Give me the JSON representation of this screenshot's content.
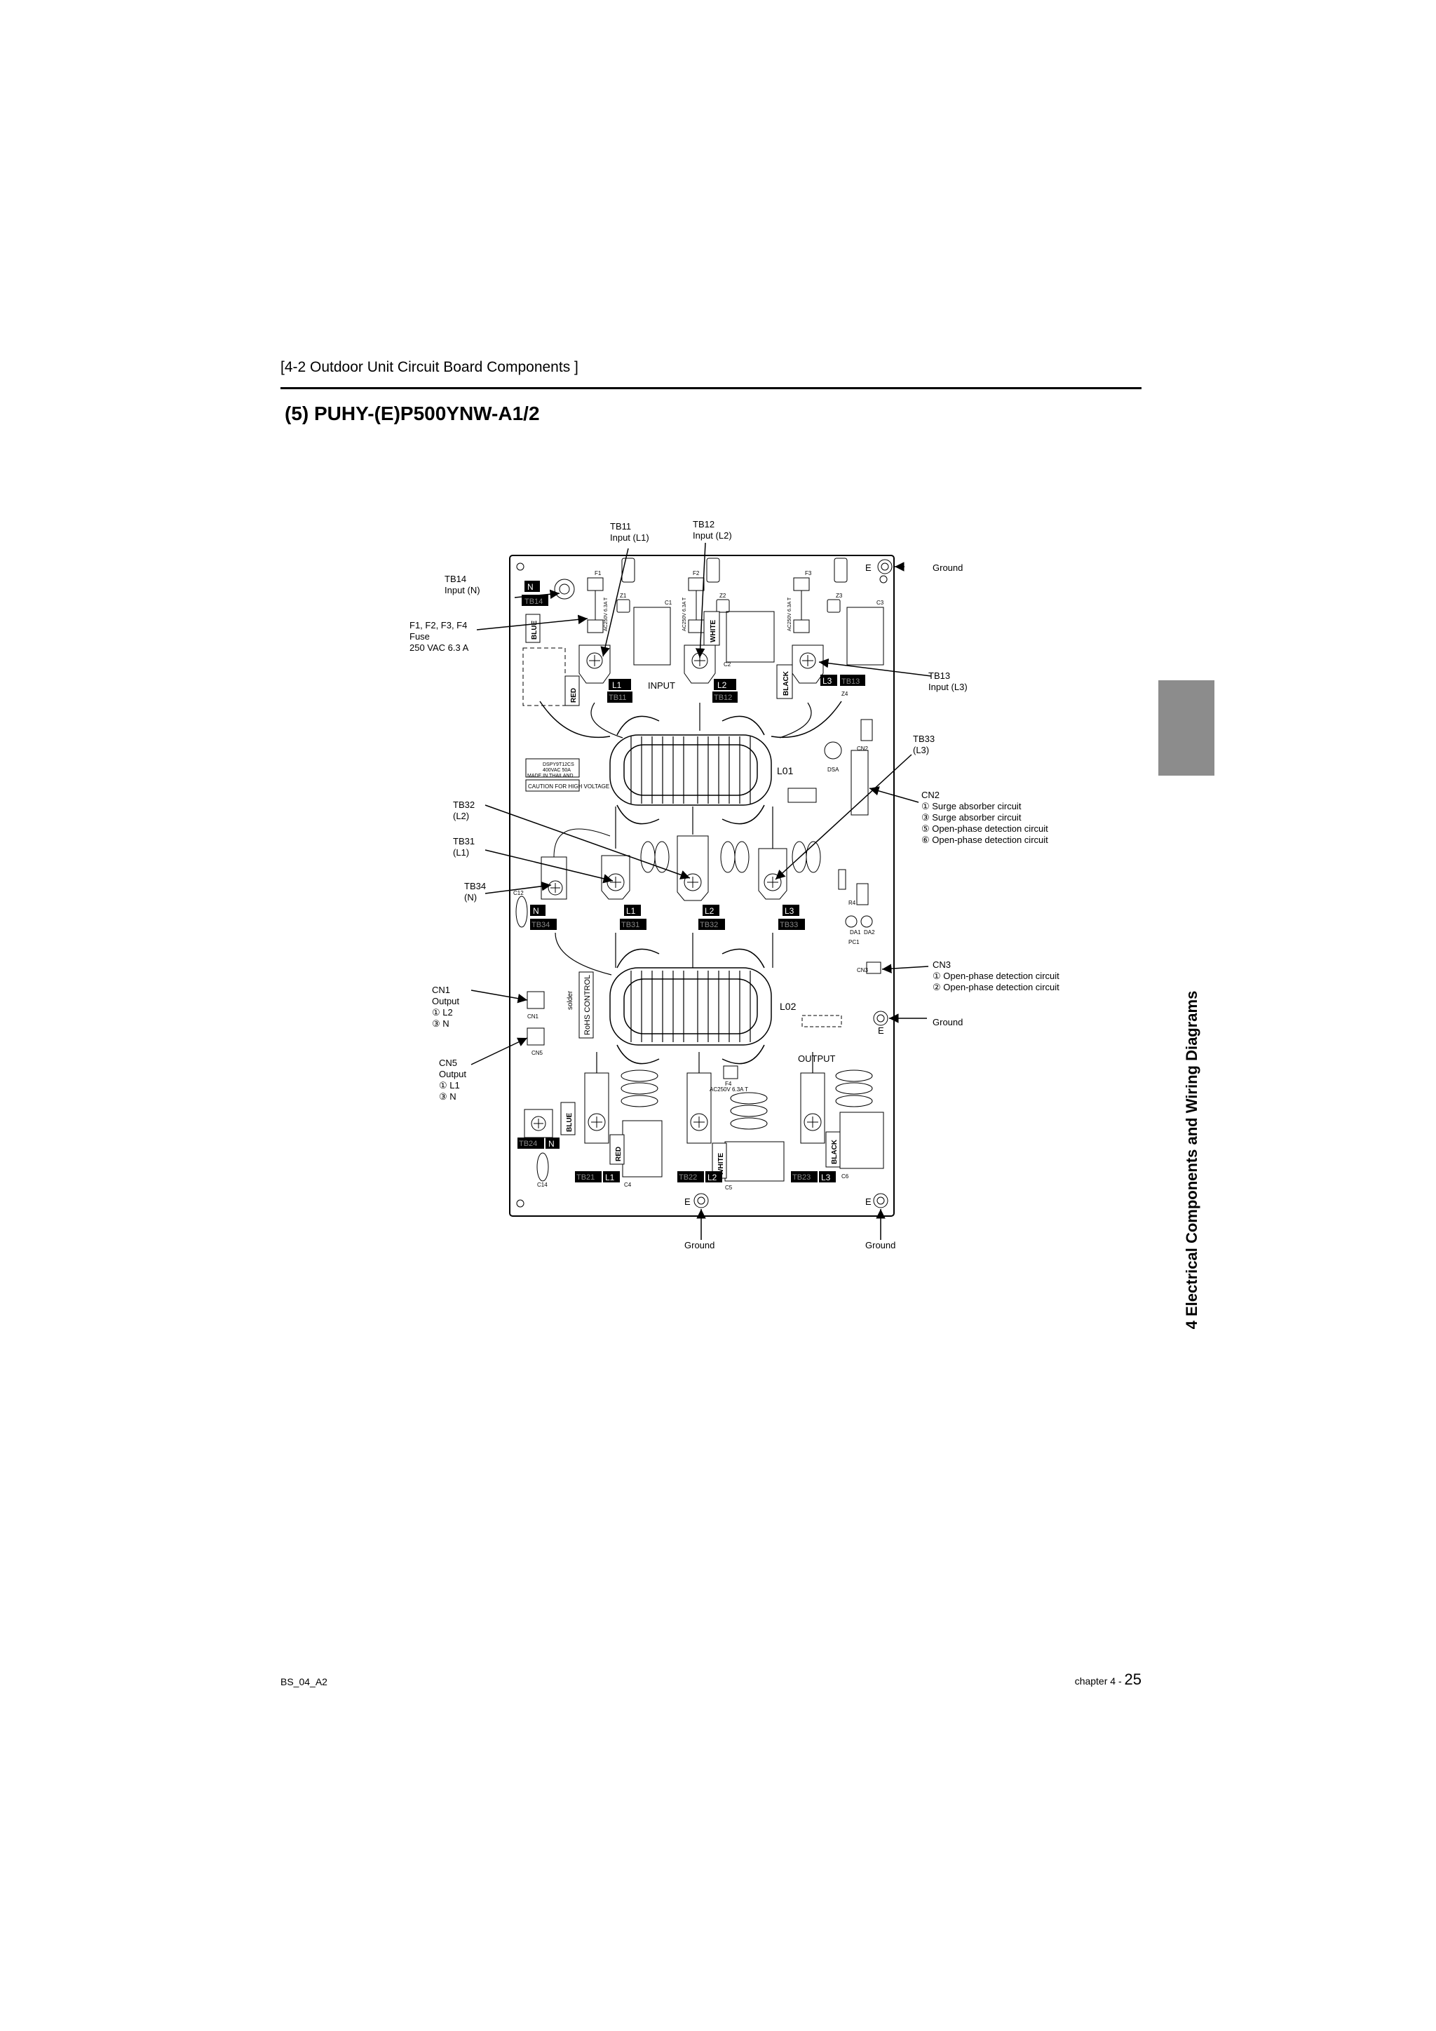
{
  "header": {
    "section": "[4-2 Outdoor Unit Circuit Board Components ]",
    "title": "(5) PUHY-(E)P500YNW-A1/2"
  },
  "side_tab": {
    "text": "4  Electrical Components and Wiring Diagrams"
  },
  "footer": {
    "doc_id": "BS_04_A2",
    "chapter": "chapter 4 - ",
    "page": "25"
  },
  "callouts": {
    "tb11": [
      "TB11",
      "Input (L1)"
    ],
    "tb12": [
      "TB12",
      "Input (L2)"
    ],
    "tb14": [
      "TB14",
      "Input (N)"
    ],
    "fuse": [
      "F1, F2, F3, F4",
      "Fuse",
      "250 VAC 6.3 A"
    ],
    "ground_top": [
      "Ground"
    ],
    "tb13": [
      "TB13",
      "Input (L3)"
    ],
    "tb33": [
      "TB33",
      "(L3)"
    ],
    "cn2": [
      "CN2",
      "① Surge absorber circuit",
      "③ Surge absorber circuit",
      "⑤ Open-phase detection circuit",
      "⑥ Open-phase detection circuit"
    ],
    "tb32": [
      "TB32",
      "(L2)"
    ],
    "tb31": [
      "TB31",
      "(L1)"
    ],
    "tb34": [
      "TB34",
      "(N)"
    ],
    "cn3": [
      "CN3",
      "① Open-phase detection circuit",
      "② Open-phase detection circuit"
    ],
    "cn1": [
      "CN1",
      "Output",
      "① L2",
      "③ N"
    ],
    "ground_mid": [
      "Ground"
    ],
    "cn5": [
      "CN5",
      "Output",
      "① L1",
      "③ N"
    ],
    "ground_bl": [
      "Ground"
    ],
    "ground_br": [
      "Ground"
    ]
  },
  "board": {
    "input": "INPUT",
    "output": "OUTPUT",
    "l01": "L01",
    "l02": "L02",
    "tb_labels": {
      "tb11": "TB11",
      "tb12": "TB12",
      "tb13": "TB13",
      "tb14": "TB14",
      "tb31": "TB31",
      "tb32": "TB32",
      "tb33": "TB33",
      "tb34": "TB34",
      "tb21": "TB21",
      "tb22": "TB22",
      "tb23": "TB23",
      "tb24": "TB24"
    },
    "terminals": {
      "n": "N",
      "l1": "L1",
      "l2": "L2",
      "l3": "L3"
    },
    "wire_colors": {
      "blue": "BLUE",
      "red": "RED",
      "white": "WHITE",
      "black": "BLACK"
    },
    "ground_mark": "E",
    "fuse_rating": "AC250V 6.3A T",
    "fuse_refs": [
      "F1",
      "F2",
      "F3",
      "F4"
    ],
    "z_refs": [
      "Z1",
      "Z2",
      "Z3",
      "Z4"
    ],
    "c_refs": [
      "C1",
      "C2",
      "C3",
      "C4",
      "C5",
      "C6",
      "C12",
      "C14"
    ],
    "warn_code": "DSPY9T12CS",
    "warn_rating": "400VAC 50A",
    "warn_origin": "MADE IN THAILAND",
    "warn_caution": "CAUTION FOR HIGH VOLTAGE",
    "rohs": "RoHS  CONTROL",
    "solder": "solder",
    "misc": [
      "DSA",
      "CN2",
      "CN3",
      "CN1",
      "CN5",
      "PC1",
      "DA1",
      "DA2",
      "R4"
    ]
  }
}
